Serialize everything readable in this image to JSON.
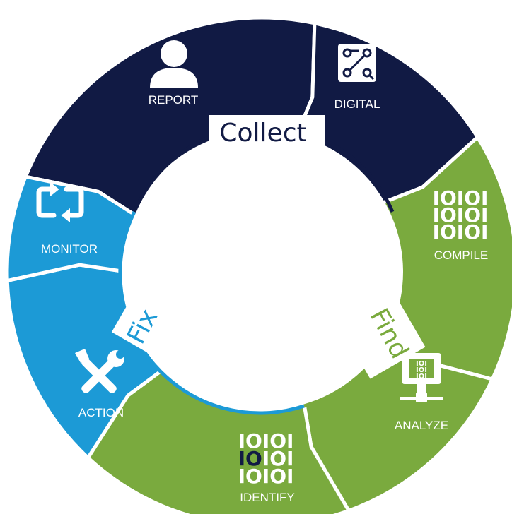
{
  "colors": {
    "navy": "#111a44",
    "green": "#7aaa3e",
    "blue": "#1c9ad6",
    "white": "#ffffff"
  },
  "segments": [
    {
      "id": "report",
      "label": "REPORT",
      "color": "#111a44",
      "icon": "person-icon"
    },
    {
      "id": "digital",
      "label": "DIGITAL",
      "color": "#111a44",
      "icon": "digital-nodes-icon"
    },
    {
      "id": "compile",
      "label": "COMPILE",
      "color": "#7aaa3e",
      "icon": "binary-icon"
    },
    {
      "id": "analyze",
      "label": "ANALYZE",
      "color": "#7aaa3e",
      "icon": "monitor-network-icon"
    },
    {
      "id": "identify",
      "label": "IDENTIFY",
      "color": "#7aaa3e",
      "icon": "binary-highlight-icon"
    },
    {
      "id": "action",
      "label": "ACTION",
      "color": "#1c9ad6",
      "icon": "tools-icon"
    },
    {
      "id": "monitor",
      "label": "MONITOR",
      "color": "#1c9ad6",
      "icon": "refresh-cycle-icon"
    }
  ],
  "phases": {
    "collect": {
      "label": "Collect",
      "color": "#111a44"
    },
    "find": {
      "label": "Find",
      "color": "#7aaa3e"
    },
    "fix": {
      "label": "Fix",
      "color": "#1c9ad6"
    }
  },
  "binary": {
    "rows": [
      "IOIOI",
      "IOIOI",
      "IOIOI"
    ],
    "highlight_prefix": "IO",
    "highlight_suffix": "IOI",
    "mini_rows": [
      "IOI",
      "IOI",
      "IOI"
    ]
  }
}
